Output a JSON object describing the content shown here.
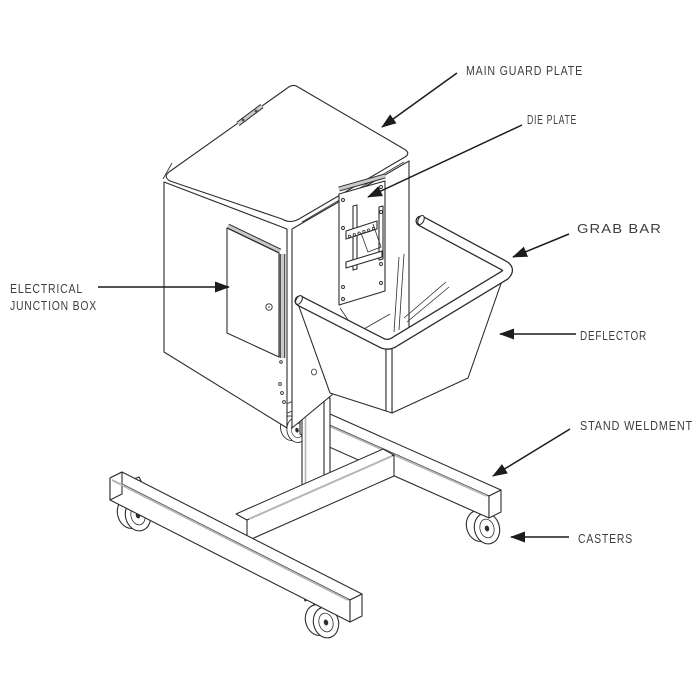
{
  "diagram": {
    "type": "parts-callout-line-drawing",
    "subject": "machine guard enclosure on caster stand",
    "colors": {
      "background": "#ffffff",
      "line": "#2d2d2d",
      "hinge_gray": "#c9c9c9",
      "band_gray": "#b5b5b5",
      "label_text": "#3f3f3f",
      "arrow": "#1c1c1c"
    },
    "labels": {
      "main_guard_plate": "MAIN GUARD PLATE",
      "die_plate": "DIE PLATE",
      "grab_bar": "GRAB BAR",
      "deflector": "DEFLECTOR",
      "stand_weldment": "STAND WELDMENT",
      "casters": "CASTERS",
      "electrical_junction_box_line1": "ELECTRICAL",
      "electrical_junction_box_line2": "JUNCTION BOX"
    }
  }
}
